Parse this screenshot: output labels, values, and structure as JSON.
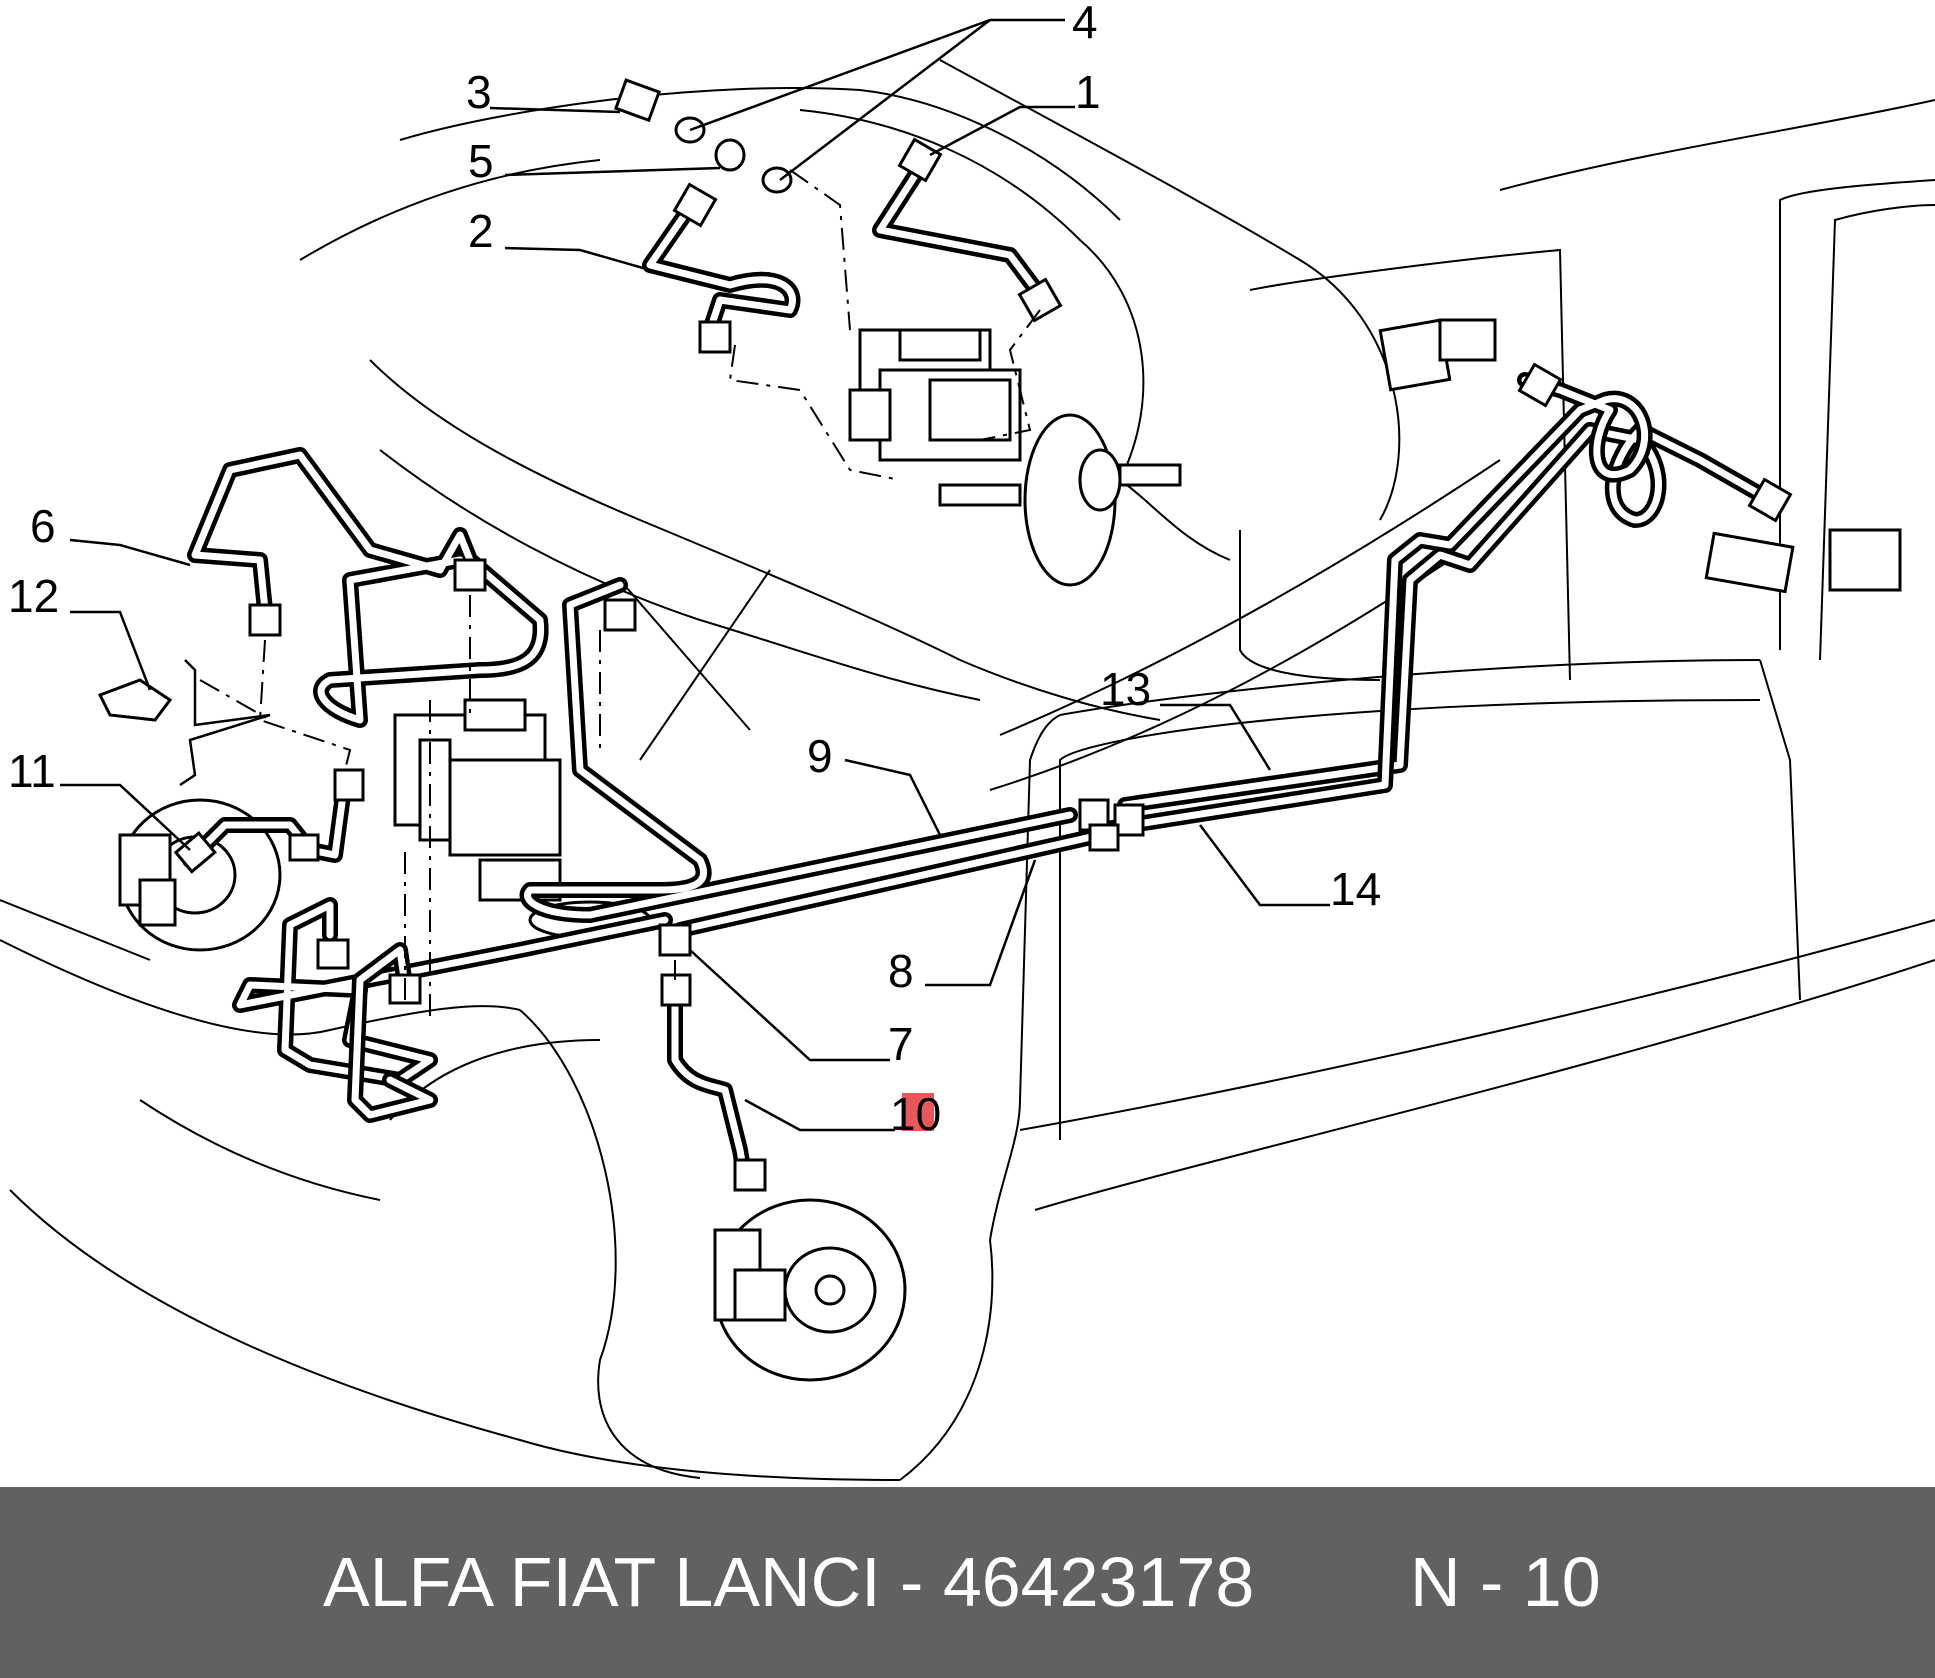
{
  "diagram": {
    "callouts": [
      "1",
      "2",
      "3",
      "4",
      "5",
      "6",
      "7",
      "8",
      "9",
      "10",
      "11",
      "12",
      "13",
      "14"
    ],
    "highlight_color": "#e02020"
  },
  "footer": {
    "part_text": "ALFA FIAT LANCI - 46423178",
    "page_text": "N - 10",
    "background": "#616161",
    "text_color": "#ffffff"
  }
}
